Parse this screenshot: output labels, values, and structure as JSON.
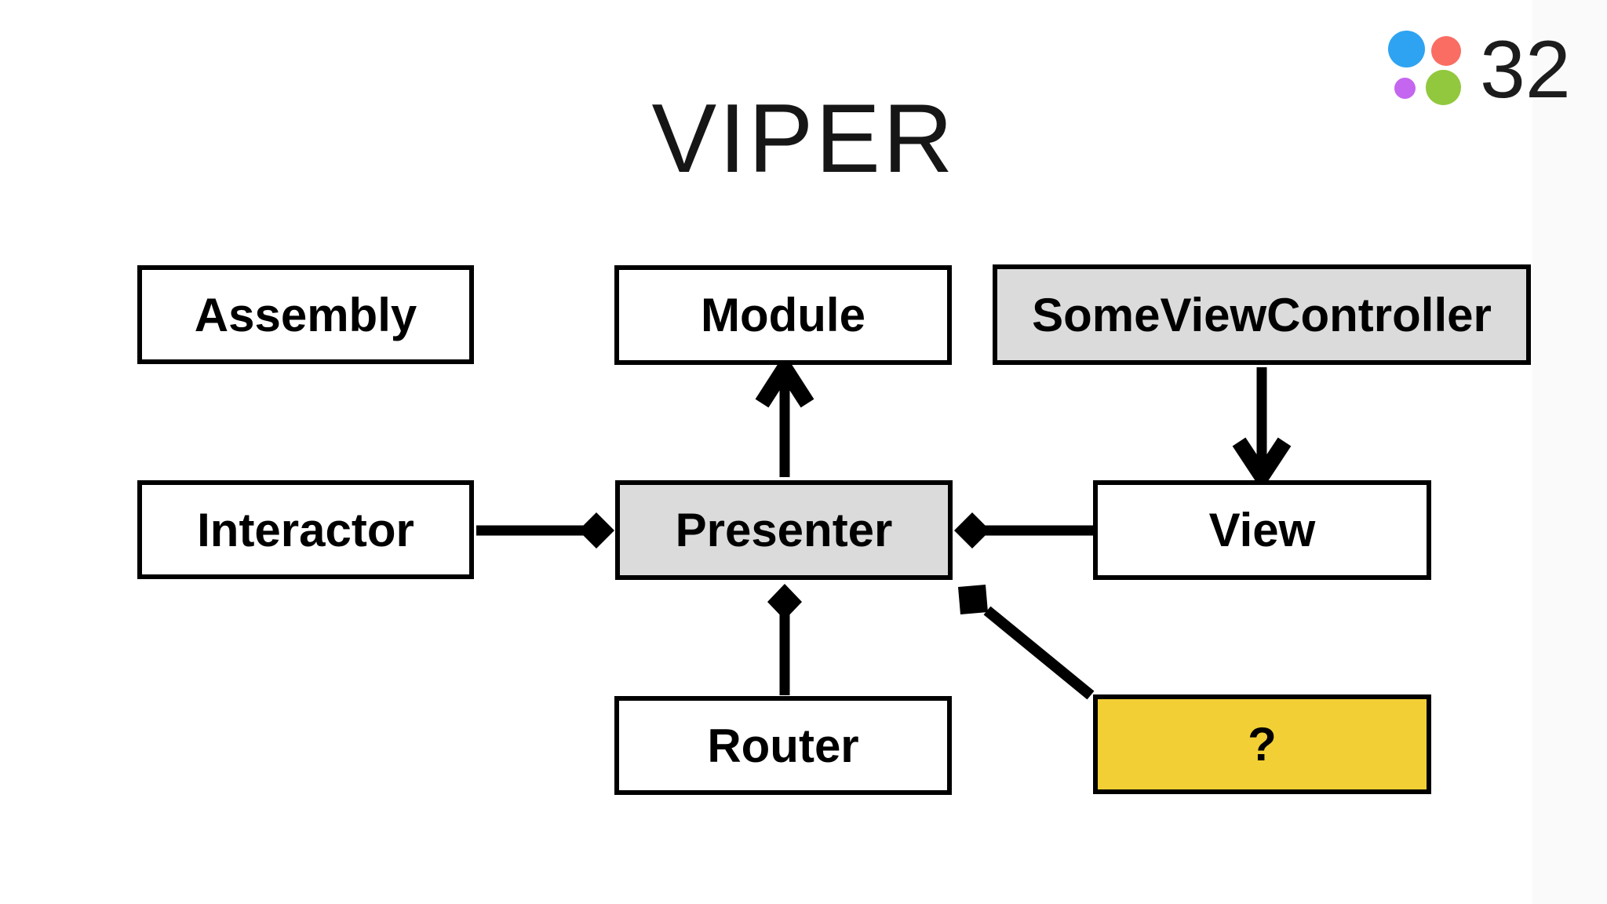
{
  "slide": {
    "title": "VIPER",
    "page_number": "32",
    "background": "#FFFFFF"
  },
  "logo": {
    "dots": [
      {
        "name": "blue-dot",
        "color": "#2EA3F2"
      },
      {
        "name": "red-dot",
        "color": "#FA6D63"
      },
      {
        "name": "purple-dot",
        "color": "#C466EF"
      },
      {
        "name": "green-dot",
        "color": "#92C83E"
      }
    ]
  },
  "diagram": {
    "nodes": [
      {
        "id": "assembly",
        "label": "Assembly",
        "fill": "#FFFFFF"
      },
      {
        "id": "module",
        "label": "Module",
        "fill": "#FFFFFF"
      },
      {
        "id": "some-view-controller",
        "label": "SomeViewController",
        "fill": "#DBDBDB"
      },
      {
        "id": "interactor",
        "label": "Interactor",
        "fill": "#FFFFFF"
      },
      {
        "id": "presenter",
        "label": "Presenter",
        "fill": "#DBDBDB"
      },
      {
        "id": "view",
        "label": "View",
        "fill": "#FFFFFF"
      },
      {
        "id": "router",
        "label": "Router",
        "fill": "#FFFFFF"
      },
      {
        "id": "question",
        "label": "?",
        "fill": "#F2CF35"
      }
    ],
    "edges": [
      {
        "from": "interactor",
        "to": "presenter",
        "head": "diamond",
        "direction": "horizontal"
      },
      {
        "from": "view",
        "to": "presenter",
        "head": "diamond",
        "direction": "horizontal"
      },
      {
        "from": "router",
        "to": "presenter",
        "head": "diamond",
        "direction": "vertical"
      },
      {
        "from": "question",
        "to": "presenter",
        "head": "diamond",
        "direction": "diagonal"
      },
      {
        "from": "presenter",
        "to": "module",
        "head": "arrow",
        "direction": "vertical"
      },
      {
        "from": "some-view-controller",
        "to": "view",
        "head": "arrow",
        "direction": "vertical"
      }
    ]
  }
}
